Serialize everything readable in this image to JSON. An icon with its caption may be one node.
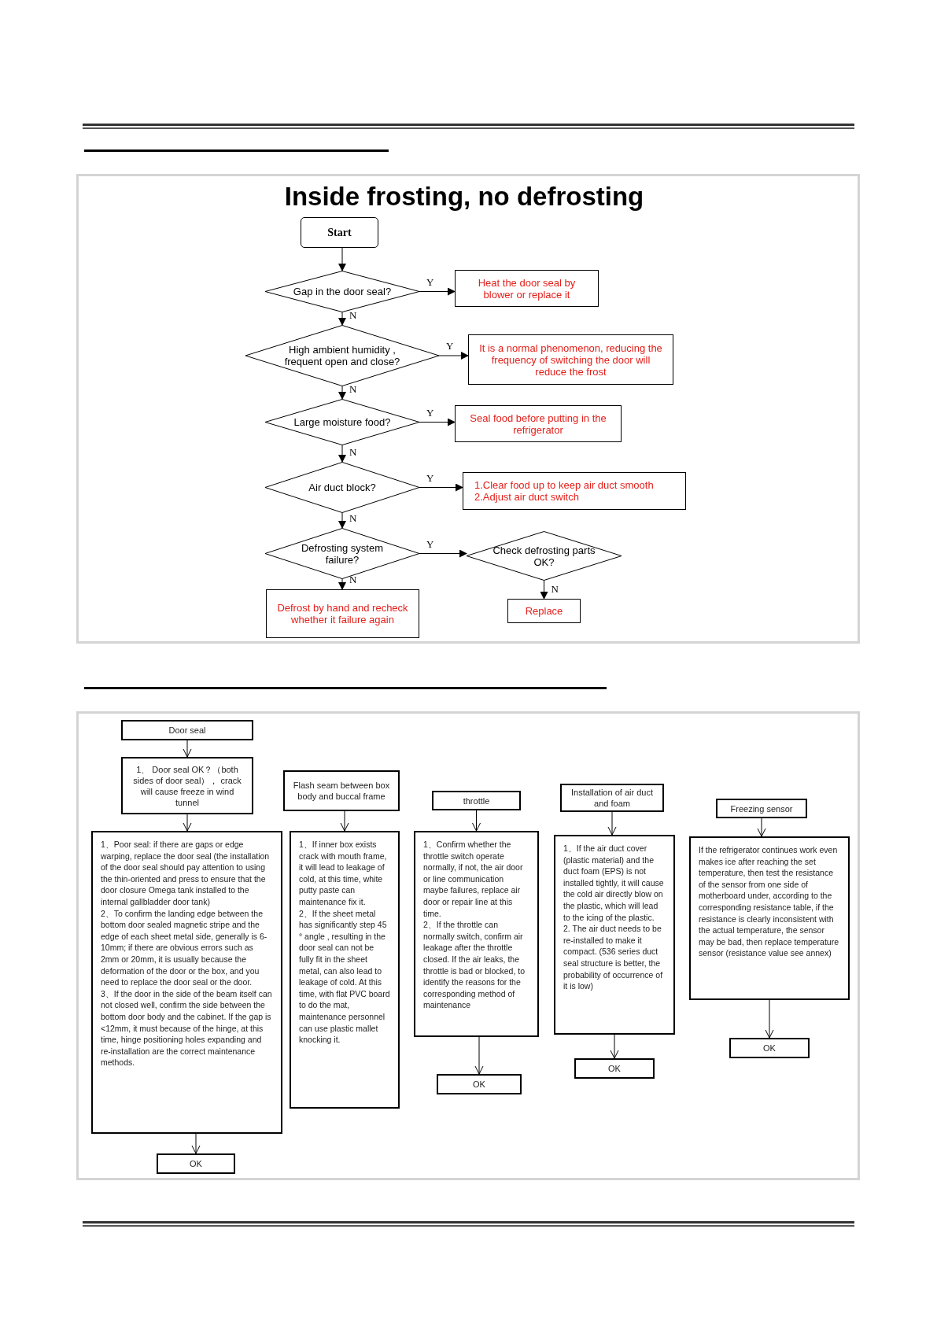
{
  "diagram": {
    "title": "Inside frosting, no defrosting",
    "nodes": [
      {
        "text": [
          "Start"
        ]
      },
      {
        "text": [
          "Gap in the door seal?"
        ]
      },
      {
        "text": [
          "Heat the  door seal by blower or replace it"
        ]
      },
      {
        "text": [
          "High ambient humidity , frequent open and close?"
        ]
      },
      {
        "text": [
          "It is a normal phenomenon, reducing the frequency of switching the door will reduce the frost"
        ]
      },
      {
        "text": [
          "Large moisture food?"
        ]
      },
      {
        "text": [
          "Seal food before putting in the refrigerator"
        ]
      },
      {
        "text": [
          "Air duct block?"
        ]
      },
      {
        "text": [
          "1.Clear food up to keep air duct smooth",
          "2.Adjust air duct switch"
        ]
      },
      {
        "text": [
          "Defrosting system failure?"
        ]
      },
      {
        "text": [
          "Check defrosting parts OK?"
        ]
      },
      {
        "text": [
          "Defrost by hand and recheck whether it failure again"
        ]
      },
      {
        "text": [
          "Replace"
        ]
      },
      {
        "text": [
          "Door seal"
        ]
      },
      {
        "text": [
          "1、 Door seal OK？（both sides of door seal）， crack will cause freeze in wind tunnel"
        ]
      },
      {
        "text": [
          "1、Poor seal: if there are gaps or edge warping, replace the door seal (the installation of the door seal should pay attention to using the thin-oriented and press to ensure that the door closure Omega tank installed to the internal gallbladder door tank)",
          "2、To confirm the landing edge between the bottom door sealed magnetic stripe and the edge of each sheet metal side, generally is 6-10mm; if there are obvious errors such as 2mm or 20mm, it is usually because the deformation of the door or the box, and you need to replace the door seal or the door.",
          "3、If the door in the side of the beam itself can not closed well, confirm the side between the bottom door body and the cabinet. If the gap is <12mm, it must because of the hinge, at this time, hinge positioning holes expanding and re-installation are the correct maintenance methods."
        ]
      },
      {
        "text": [
          "OK"
        ]
      },
      {
        "text": [
          "Flash seam between box body and buccal frame"
        ]
      },
      {
        "text": [
          "1、If inner box exists crack with mouth frame, it will lead to leakage of cold, at this time, white putty paste can maintenance fix it.",
          "2、If the sheet metal has significantly step 45 ° angle , resulting in the door seal can not be fully fit in the sheet metal, can also lead to leakage of cold. At this time, with flat PVC board to do the mat, maintenance personnel can use plastic mallet knocking it."
        ]
      },
      {
        "text": [
          "throttle"
        ]
      },
      {
        "text": [
          "1、Confirm whether the throttle switch operate normally, if not, the air door or line communication maybe failures, replace air door or repair line at this time.",
          "2、If the throttle can normally switch, confirm air leakage after the throttle closed. If the air leaks, the throttle is bad or blocked, to identify the reasons for the corresponding method of maintenance"
        ]
      },
      {
        "text": [
          "OK"
        ]
      },
      {
        "text": [
          "Installation of air duct and foam"
        ]
      },
      {
        "text": [
          "1、If the air duct cover (plastic material) and the duct foam (EPS) is not installed tightly, it will cause the cold air directly blow on the plastic, which will lead to the icing of the plastic.",
          "2. The air duct needs to be re-installed to make it compact. (536 series duct seal structure is better, the probability of occurrence of it is low)"
        ]
      },
      {
        "text": [
          "OK"
        ]
      },
      {
        "text": [
          "Freezing sensor"
        ]
      },
      {
        "text": [
          "If the refrigerator continues work even makes ice after reaching the set temperature, then test the resistance of the sensor from one side of motherboard under, according to the corresponding resistance table, if the resistance is clearly inconsistent with the actual temperature, the sensor may be bad, then replace temperature sensor (resistance value see annex)"
        ]
      },
      {
        "text": [
          "OK"
        ]
      }
    ],
    "edges": [
      {
        "from": 0,
        "to": 1,
        "arrow": "to"
      },
      {
        "from": 1,
        "to": 2,
        "arrow": "to",
        "label": "Y"
      },
      {
        "from": 1,
        "to": 3,
        "arrow": "to",
        "label": "N"
      },
      {
        "from": 3,
        "to": 4,
        "arrow": "to",
        "label": "Y"
      },
      {
        "from": 3,
        "to": 5,
        "arrow": "to",
        "label": "N"
      },
      {
        "from": 5,
        "to": 6,
        "arrow": "to",
        "label": "Y"
      },
      {
        "from": 5,
        "to": 7,
        "arrow": "to",
        "label": "N"
      },
      {
        "from": 7,
        "to": 8,
        "arrow": "to",
        "label": "Y"
      },
      {
        "from": 7,
        "to": 9,
        "arrow": "to",
        "label": "N"
      },
      {
        "from": 9,
        "to": 10,
        "arrow": "to",
        "label": "Y"
      },
      {
        "from": 9,
        "to": 11,
        "arrow": "to",
        "label": "N"
      },
      {
        "from": 10,
        "to": 12,
        "arrow": "to",
        "label": "N"
      },
      {
        "from": 13,
        "to": 14,
        "arrow": "to"
      },
      {
        "from": 14,
        "to": 15,
        "arrow": "to"
      },
      {
        "from": 15,
        "to": 16,
        "arrow": "to"
      },
      {
        "from": 17,
        "to": 18,
        "arrow": "to"
      },
      {
        "from": 19,
        "to": 20,
        "arrow": "to"
      },
      {
        "from": 20,
        "to": 21,
        "arrow": "to"
      },
      {
        "from": 22,
        "to": 23,
        "arrow": "to"
      },
      {
        "from": 23,
        "to": 24,
        "arrow": "to"
      },
      {
        "from": 25,
        "to": 26,
        "arrow": "to"
      },
      {
        "from": 26,
        "to": 27,
        "arrow": "to"
      }
    ]
  }
}
